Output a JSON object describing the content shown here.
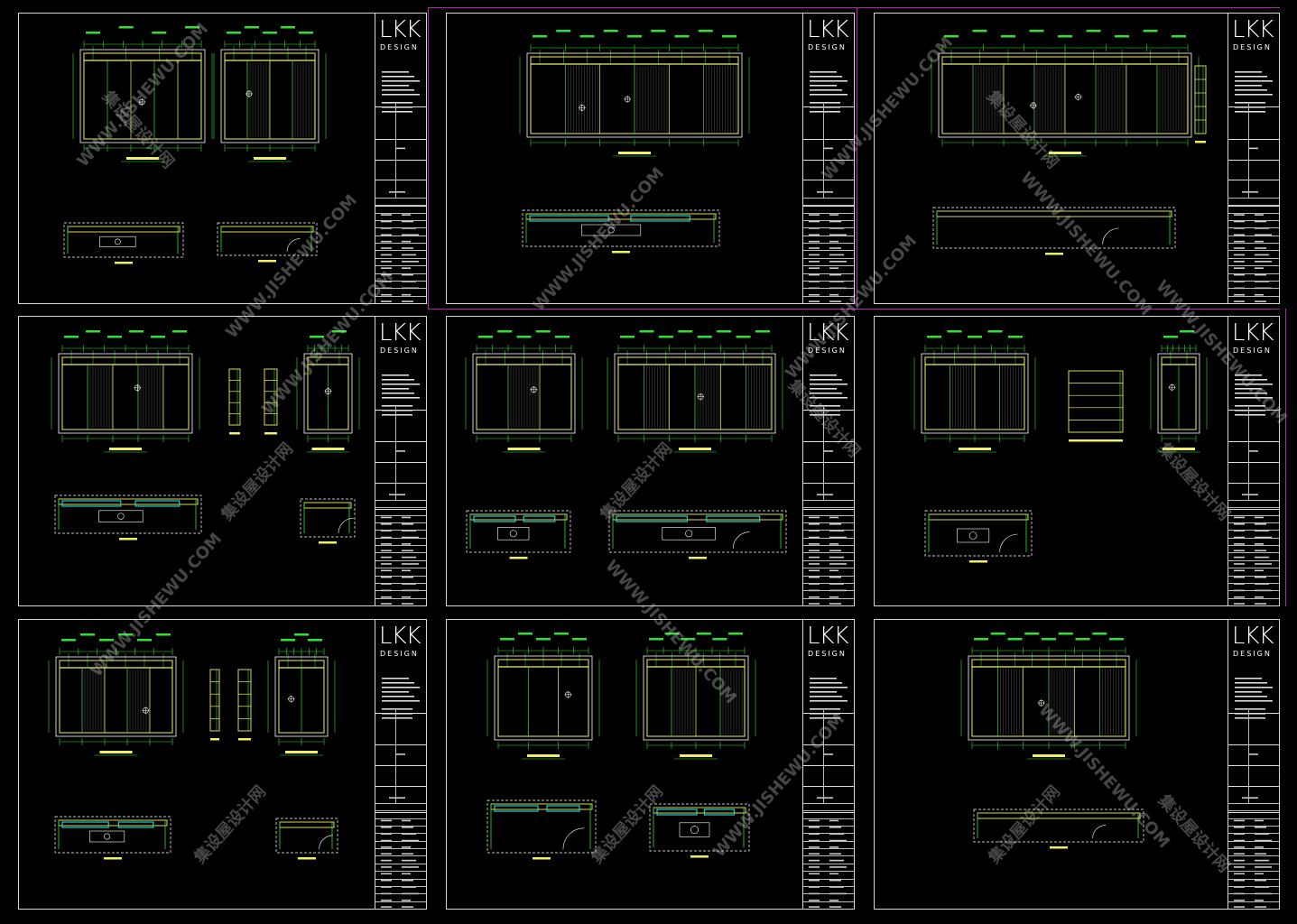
{
  "brand": {
    "logo_text": "LKK",
    "logo_sub": "DESIGN"
  },
  "watermark": {
    "site": "WWW.JISHEWU.COM",
    "cn": "集设屋设计网"
  },
  "colors": {
    "background": "#000000",
    "frame": "#d8d8d8",
    "yellow": "#f0f060",
    "green": "#30e030",
    "cyan": "#20d0d0",
    "white": "#ffffff",
    "magenta": "#b020b0"
  },
  "sheets": [
    {
      "id": "sheet-1"
    },
    {
      "id": "sheet-2"
    },
    {
      "id": "sheet-3"
    },
    {
      "id": "sheet-4"
    },
    {
      "id": "sheet-5"
    },
    {
      "id": "sheet-6"
    },
    {
      "id": "sheet-7"
    },
    {
      "id": "sheet-8"
    },
    {
      "id": "sheet-9"
    }
  ]
}
